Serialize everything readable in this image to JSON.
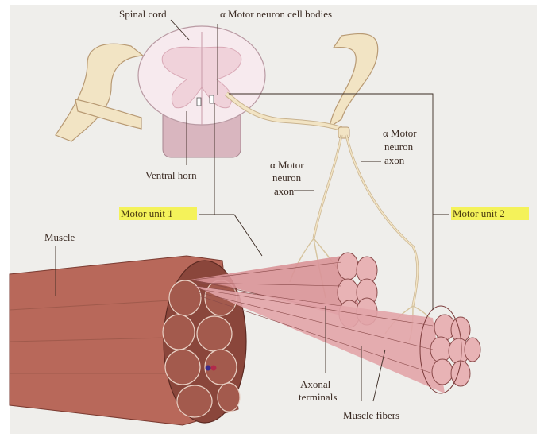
{
  "labels": {
    "spinal_cord": "Spinal cord",
    "alpha_cell_bodies": "α Motor neuron cell bodies",
    "ventral_horn": "Ventral horn",
    "alpha_axon_left": [
      "α Motor",
      "neuron",
      "axon"
    ],
    "alpha_axon_right": [
      "α Motor",
      "neuron",
      "axon"
    ],
    "motor_unit_1": "Motor unit 1",
    "motor_unit_2": "Motor unit 2",
    "muscle": "Muscle",
    "axonal_terminals": [
      "Axonal",
      "terminals"
    ],
    "muscle_fibers": "Muscle fibers"
  },
  "colors": {
    "background": "#efeeeb",
    "highlight": "#f4f25a",
    "muscle_body": "#b8685a",
    "muscle_fascicle": "#9c5448",
    "fiber": "#e8b3b5",
    "nerve": "#f2e4c4",
    "gray_matter": "#f0d2da",
    "white_matter": "#f7eaee"
  }
}
